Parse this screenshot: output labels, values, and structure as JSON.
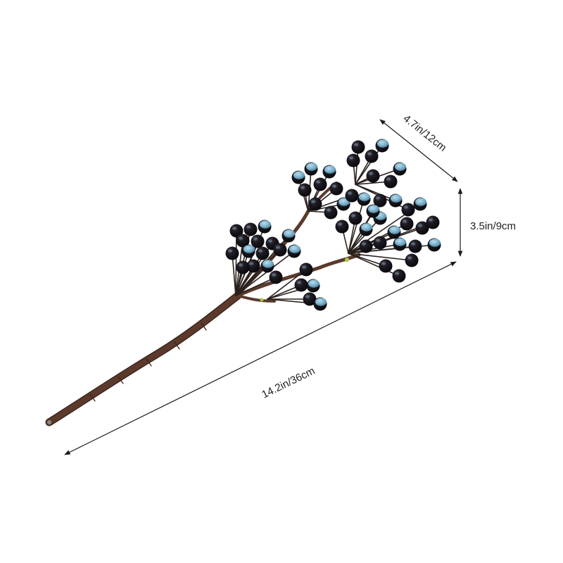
{
  "image": {
    "subject": "artificial berry stem",
    "colors": {
      "background": "#ffffff",
      "stem": "#5b3a2c",
      "stem_dark": "#3e271d",
      "twig": "#2a211d",
      "berry": "#151218",
      "berry_highlight": "#7fb3cc",
      "dimension_line": "#1a1a1a",
      "text": "#222222"
    }
  },
  "dimensions": {
    "width_label": "4.7in/12cm",
    "height_label": "3.5in/9cm",
    "length_label": "14.2in/36cm"
  }
}
